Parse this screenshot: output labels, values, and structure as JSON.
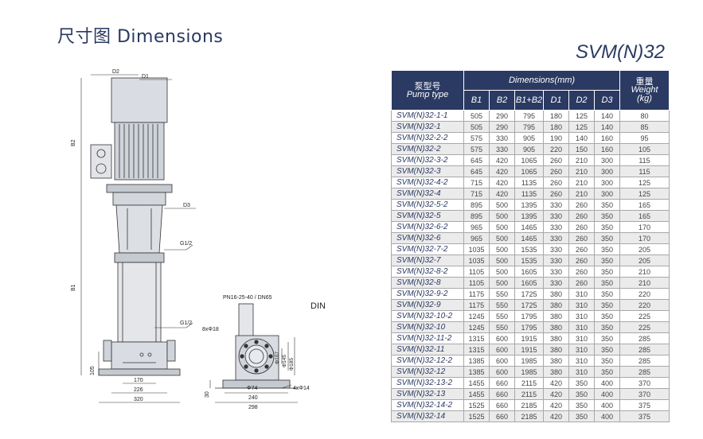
{
  "page": {
    "title": "尺寸图 Dimensions",
    "model": "SVM(N)32"
  },
  "drawing": {
    "labels": {
      "d2": "D2",
      "d1": "D1",
      "d3": "D3",
      "b2": "B2",
      "b1": "B1",
      "g_upper": "G1/2",
      "g_lower": "G1/2",
      "dim_105": "105",
      "dim_170": "170",
      "dim_226": "226",
      "dim_320": "320",
      "flange": "PN16-25-40 / DN65",
      "din": "DIN",
      "holes": "8xΦ18",
      "phi74": "Φ74",
      "dim_240": "240",
      "dim_298": "298",
      "dim_30": "30",
      "anchor": "4xΦ14",
      "phi107": "Φ107",
      "phi145": "Φ145",
      "phi185": "Φ185"
    }
  },
  "table": {
    "header_type_cn": "泵型号",
    "header_type_en": "Pump type",
    "header_dims": "Dimensions(mm)",
    "header_weight_cn": "重量",
    "header_weight_en": "Weight",
    "header_weight_unit": "(kg)",
    "columns": [
      "B1",
      "B2",
      "B1+B2",
      "D1",
      "D2",
      "D3"
    ],
    "rows": [
      {
        "model": "SVM(N)32-1-1",
        "b1": "505",
        "b2": "290",
        "sum": "795",
        "d1": "180",
        "d2": "125",
        "d3": "140",
        "w": "80"
      },
      {
        "model": "SVM(N)32-1",
        "b1": "505",
        "b2": "290",
        "sum": "795",
        "d1": "180",
        "d2": "125",
        "d3": "140",
        "w": "85"
      },
      {
        "model": "SVM(N)32-2-2",
        "b1": "575",
        "b2": "330",
        "sum": "905",
        "d1": "190",
        "d2": "140",
        "d3": "160",
        "w": "95"
      },
      {
        "model": "SVM(N)32-2",
        "b1": "575",
        "b2": "330",
        "sum": "905",
        "d1": "220",
        "d2": "150",
        "d3": "160",
        "w": "105"
      },
      {
        "model": "SVM(N)32-3-2",
        "b1": "645",
        "b2": "420",
        "sum": "1065",
        "d1": "260",
        "d2": "210",
        "d3": "300",
        "w": "115"
      },
      {
        "model": "SVM(N)32-3",
        "b1": "645",
        "b2": "420",
        "sum": "1065",
        "d1": "260",
        "d2": "210",
        "d3": "300",
        "w": "115"
      },
      {
        "model": "SVM(N)32-4-2",
        "b1": "715",
        "b2": "420",
        "sum": "1135",
        "d1": "260",
        "d2": "210",
        "d3": "300",
        "w": "125"
      },
      {
        "model": "SVM(N)32-4",
        "b1": "715",
        "b2": "420",
        "sum": "1135",
        "d1": "260",
        "d2": "210",
        "d3": "300",
        "w": "125"
      },
      {
        "model": "SVM(N)32-5-2",
        "b1": "895",
        "b2": "500",
        "sum": "1395",
        "d1": "330",
        "d2": "260",
        "d3": "350",
        "w": "165"
      },
      {
        "model": "SVM(N)32-5",
        "b1": "895",
        "b2": "500",
        "sum": "1395",
        "d1": "330",
        "d2": "260",
        "d3": "350",
        "w": "165"
      },
      {
        "model": "SVM(N)32-6-2",
        "b1": "965",
        "b2": "500",
        "sum": "1465",
        "d1": "330",
        "d2": "260",
        "d3": "350",
        "w": "170"
      },
      {
        "model": "SVM(N)32-6",
        "b1": "965",
        "b2": "500",
        "sum": "1465",
        "d1": "330",
        "d2": "260",
        "d3": "350",
        "w": "170"
      },
      {
        "model": "SVM(N)32-7-2",
        "b1": "1035",
        "b2": "500",
        "sum": "1535",
        "d1": "330",
        "d2": "260",
        "d3": "350",
        "w": "205"
      },
      {
        "model": "SVM(N)32-7",
        "b1": "1035",
        "b2": "500",
        "sum": "1535",
        "d1": "330",
        "d2": "260",
        "d3": "350",
        "w": "205"
      },
      {
        "model": "SVM(N)32-8-2",
        "b1": "1105",
        "b2": "500",
        "sum": "1605",
        "d1": "330",
        "d2": "260",
        "d3": "350",
        "w": "210"
      },
      {
        "model": "SVM(N)32-8",
        "b1": "1105",
        "b2": "500",
        "sum": "1605",
        "d1": "330",
        "d2": "260",
        "d3": "350",
        "w": "210"
      },
      {
        "model": "SVM(N)32-9-2",
        "b1": "1175",
        "b2": "550",
        "sum": "1725",
        "d1": "380",
        "d2": "310",
        "d3": "350",
        "w": "220"
      },
      {
        "model": "SVM(N)32-9",
        "b1": "1175",
        "b2": "550",
        "sum": "1725",
        "d1": "380",
        "d2": "310",
        "d3": "350",
        "w": "220"
      },
      {
        "model": "SVM(N)32-10-2",
        "b1": "1245",
        "b2": "550",
        "sum": "1795",
        "d1": "380",
        "d2": "310",
        "d3": "350",
        "w": "225"
      },
      {
        "model": "SVM(N)32-10",
        "b1": "1245",
        "b2": "550",
        "sum": "1795",
        "d1": "380",
        "d2": "310",
        "d3": "350",
        "w": "225"
      },
      {
        "model": "SVM(N)32-11-2",
        "b1": "1315",
        "b2": "600",
        "sum": "1915",
        "d1": "380",
        "d2": "310",
        "d3": "350",
        "w": "285"
      },
      {
        "model": "SVM(N)32-11",
        "b1": "1315",
        "b2": "600",
        "sum": "1915",
        "d1": "380",
        "d2": "310",
        "d3": "350",
        "w": "285"
      },
      {
        "model": "SVM(N)32-12-2",
        "b1": "1385",
        "b2": "600",
        "sum": "1985",
        "d1": "380",
        "d2": "310",
        "d3": "350",
        "w": "285"
      },
      {
        "model": "SVM(N)32-12",
        "b1": "1385",
        "b2": "600",
        "sum": "1985",
        "d1": "380",
        "d2": "310",
        "d3": "350",
        "w": "285"
      },
      {
        "model": "SVM(N)32-13-2",
        "b1": "1455",
        "b2": "660",
        "sum": "2115",
        "d1": "420",
        "d2": "350",
        "d3": "400",
        "w": "370"
      },
      {
        "model": "SVM(N)32-13",
        "b1": "1455",
        "b2": "660",
        "sum": "2115",
        "d1": "420",
        "d2": "350",
        "d3": "400",
        "w": "370"
      },
      {
        "model": "SVM(N)32-14-2",
        "b1": "1525",
        "b2": "660",
        "sum": "2185",
        "d1": "420",
        "d2": "350",
        "d3": "400",
        "w": "375"
      },
      {
        "model": "SVM(N)32-14",
        "b1": "1525",
        "b2": "660",
        "sum": "2185",
        "d1": "420",
        "d2": "350",
        "d3": "400",
        "w": "375"
      }
    ]
  }
}
